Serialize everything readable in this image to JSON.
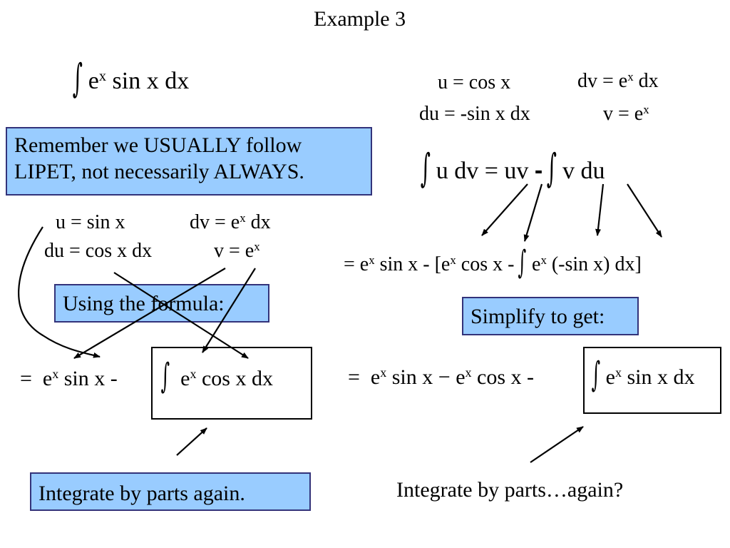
{
  "title": "Example 3",
  "problem": {
    "pre": "e",
    "exp": "x",
    "post": " sin x dx"
  },
  "callout_lipet": {
    "line1": "Remember we USUALLY follow",
    "line2": "LIPET, not necessarily ALWAYS."
  },
  "left_sub": {
    "u": "u = sin x",
    "dv_pre": "dv = e",
    "dv_exp": "x",
    "dv_post": " dx",
    "du": "du = cos x dx",
    "v_pre": "v = e",
    "v_exp": "x"
  },
  "right_sub": {
    "u": "u = cos x",
    "dv_pre": "dv = e",
    "dv_exp": "x",
    "dv_post": " dx",
    "du": "du = -sin x dx",
    "v_pre": "v = e",
    "v_exp": "x"
  },
  "formula": {
    "lhs": "u dv = ",
    "uv": "uv",
    "minus": "-",
    "v": "v",
    "du": "du"
  },
  "callout_formula": "Using the formula:",
  "left_result": {
    "eq": "=",
    "e1": "e",
    "x1": "x",
    "t1": " sin x -",
    "e2": "e",
    "x2": "x",
    "t2": " cos x dx"
  },
  "right_expansion": {
    "a": "= e",
    "ax": "x",
    "b": " sin x - [e",
    "bx": "x",
    "c": " cos x -",
    "d": "e",
    "dx": "x",
    "e": " (-sin x) dx]"
  },
  "callout_simplify": "Simplify to get:",
  "right_result": {
    "eq": "=",
    "e1": "e",
    "x1": "x",
    "t1": " sin x",
    "minus": " − ",
    "e2": "e",
    "x2": "x",
    "t2": " cos x -",
    "e3": "e",
    "x3": "x",
    "t3": " sin x dx"
  },
  "callout_again": "Integrate by parts again.",
  "note_again": "Integrate by parts…again?"
}
